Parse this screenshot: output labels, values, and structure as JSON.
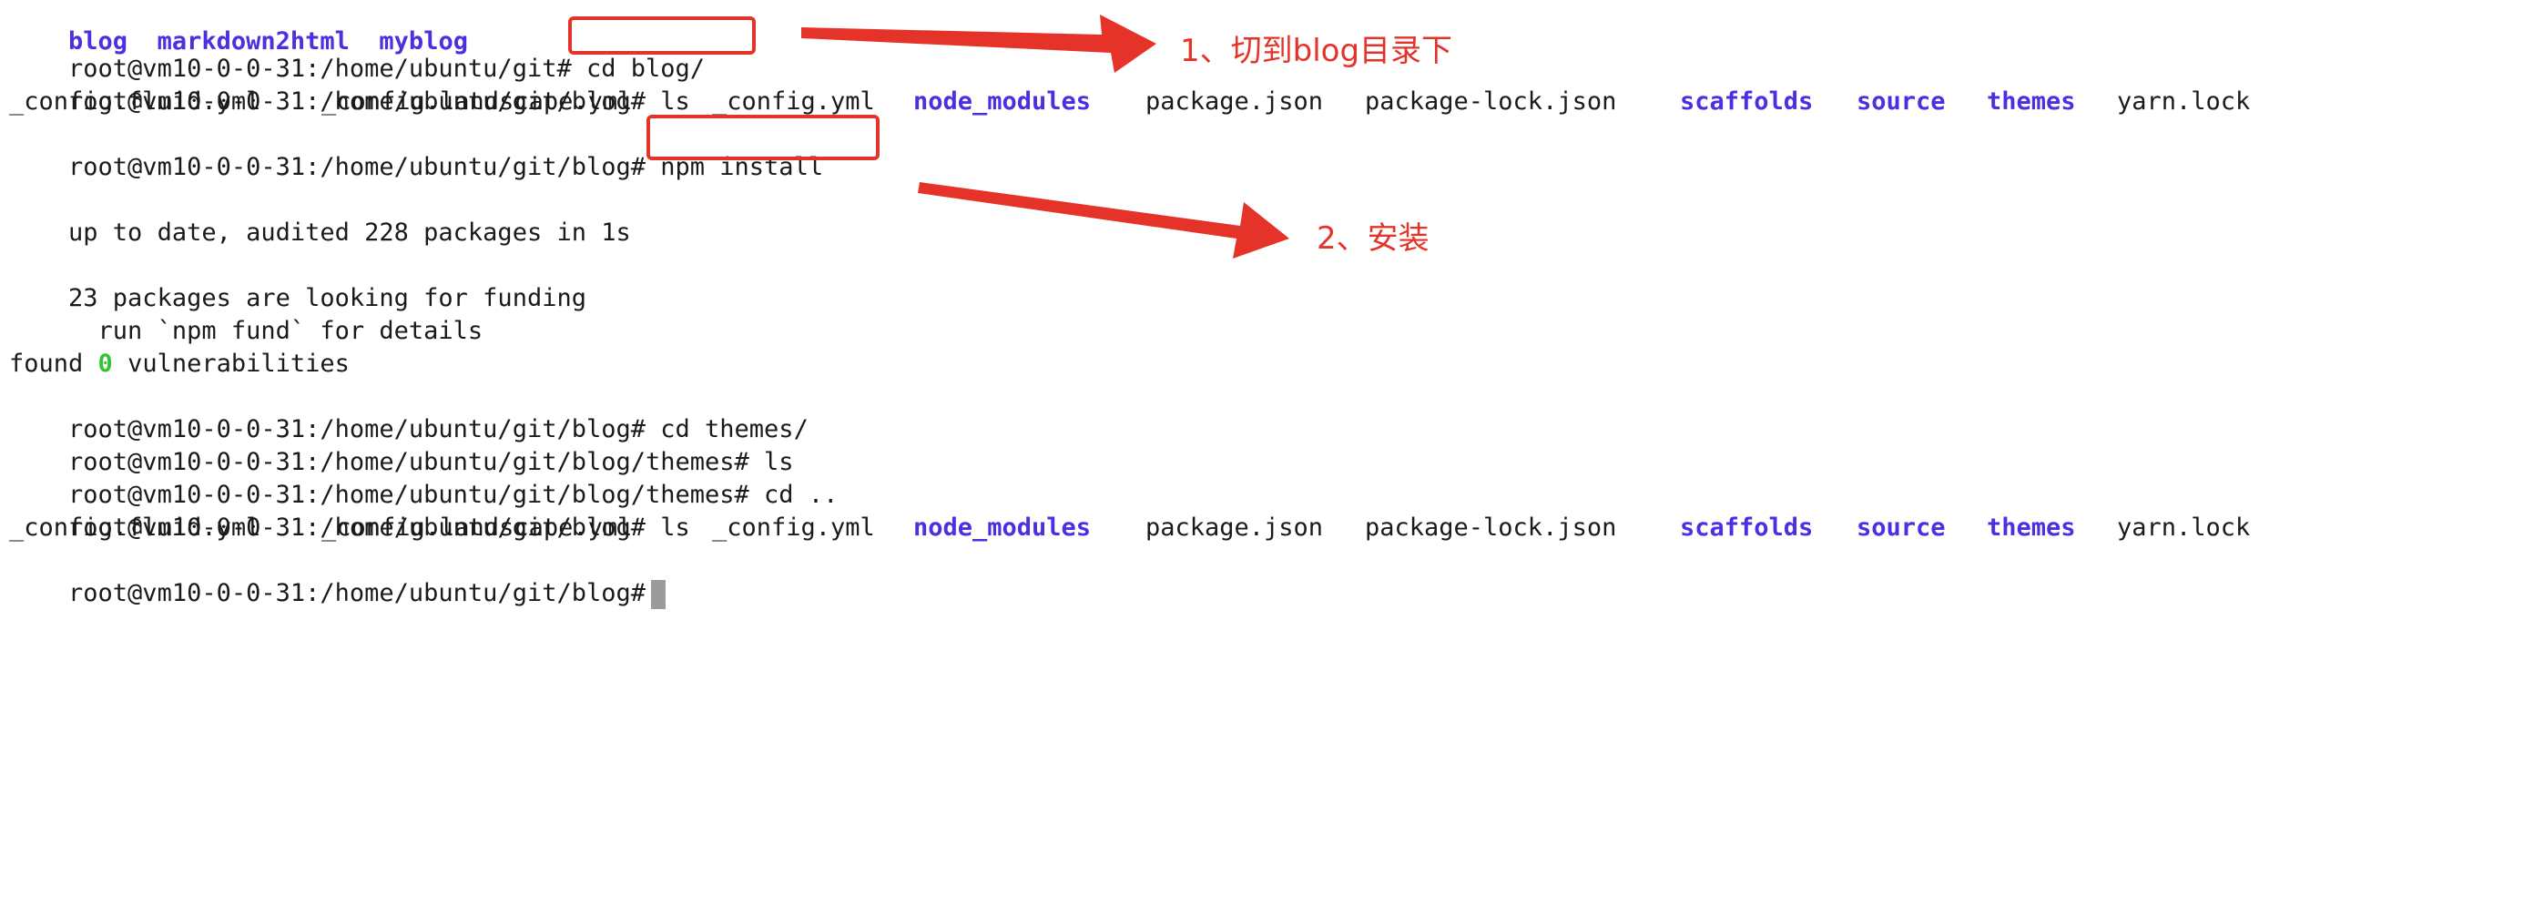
{
  "terminal": {
    "top_dirs": [
      "blog",
      "markdown2html",
      "myblog"
    ],
    "prompt_git": "root@vm10-0-0-31:/home/ubuntu/git#",
    "prompt_blog": "root@vm10-0-0-31:/home/ubuntu/git/blog#",
    "prompt_themes": "root@vm10-0-0-31:/home/ubuntu/git/blog/themes#",
    "cmd_cd_blog": "cd blog/",
    "cmd_ls": "ls",
    "cmd_npm_install": "npm install",
    "cmd_cd_themes": "cd themes/",
    "cmd_cd_up": "cd ..",
    "ls_files": {
      "f1": "_config.fluid.yml",
      "f2": "_config.landscape.yml",
      "f3": "_config.yml",
      "d1": "node_modules",
      "f4": "package.json",
      "f5": "package-lock.json",
      "d2": "scaffolds",
      "d3": "source",
      "d4": "themes",
      "f6": "yarn.lock"
    },
    "npm_output": {
      "up_to_date": "up to date, audited 228 packages in 1s",
      "funding": "23 packages are looking for funding",
      "fund_details": "  run `npm fund` for details",
      "found": "found ",
      "vuln_count": "0",
      "vuln_text": " vulnerabilities"
    }
  },
  "annotations": {
    "step1": "1、切到blog目录下",
    "step2": "2、安装",
    "color": "#e5332a"
  },
  "colors": {
    "directory": "#4b2fe0",
    "zero_count": "#35c235",
    "text": "#1a1a1a",
    "cursor": "#9b9b9b"
  }
}
